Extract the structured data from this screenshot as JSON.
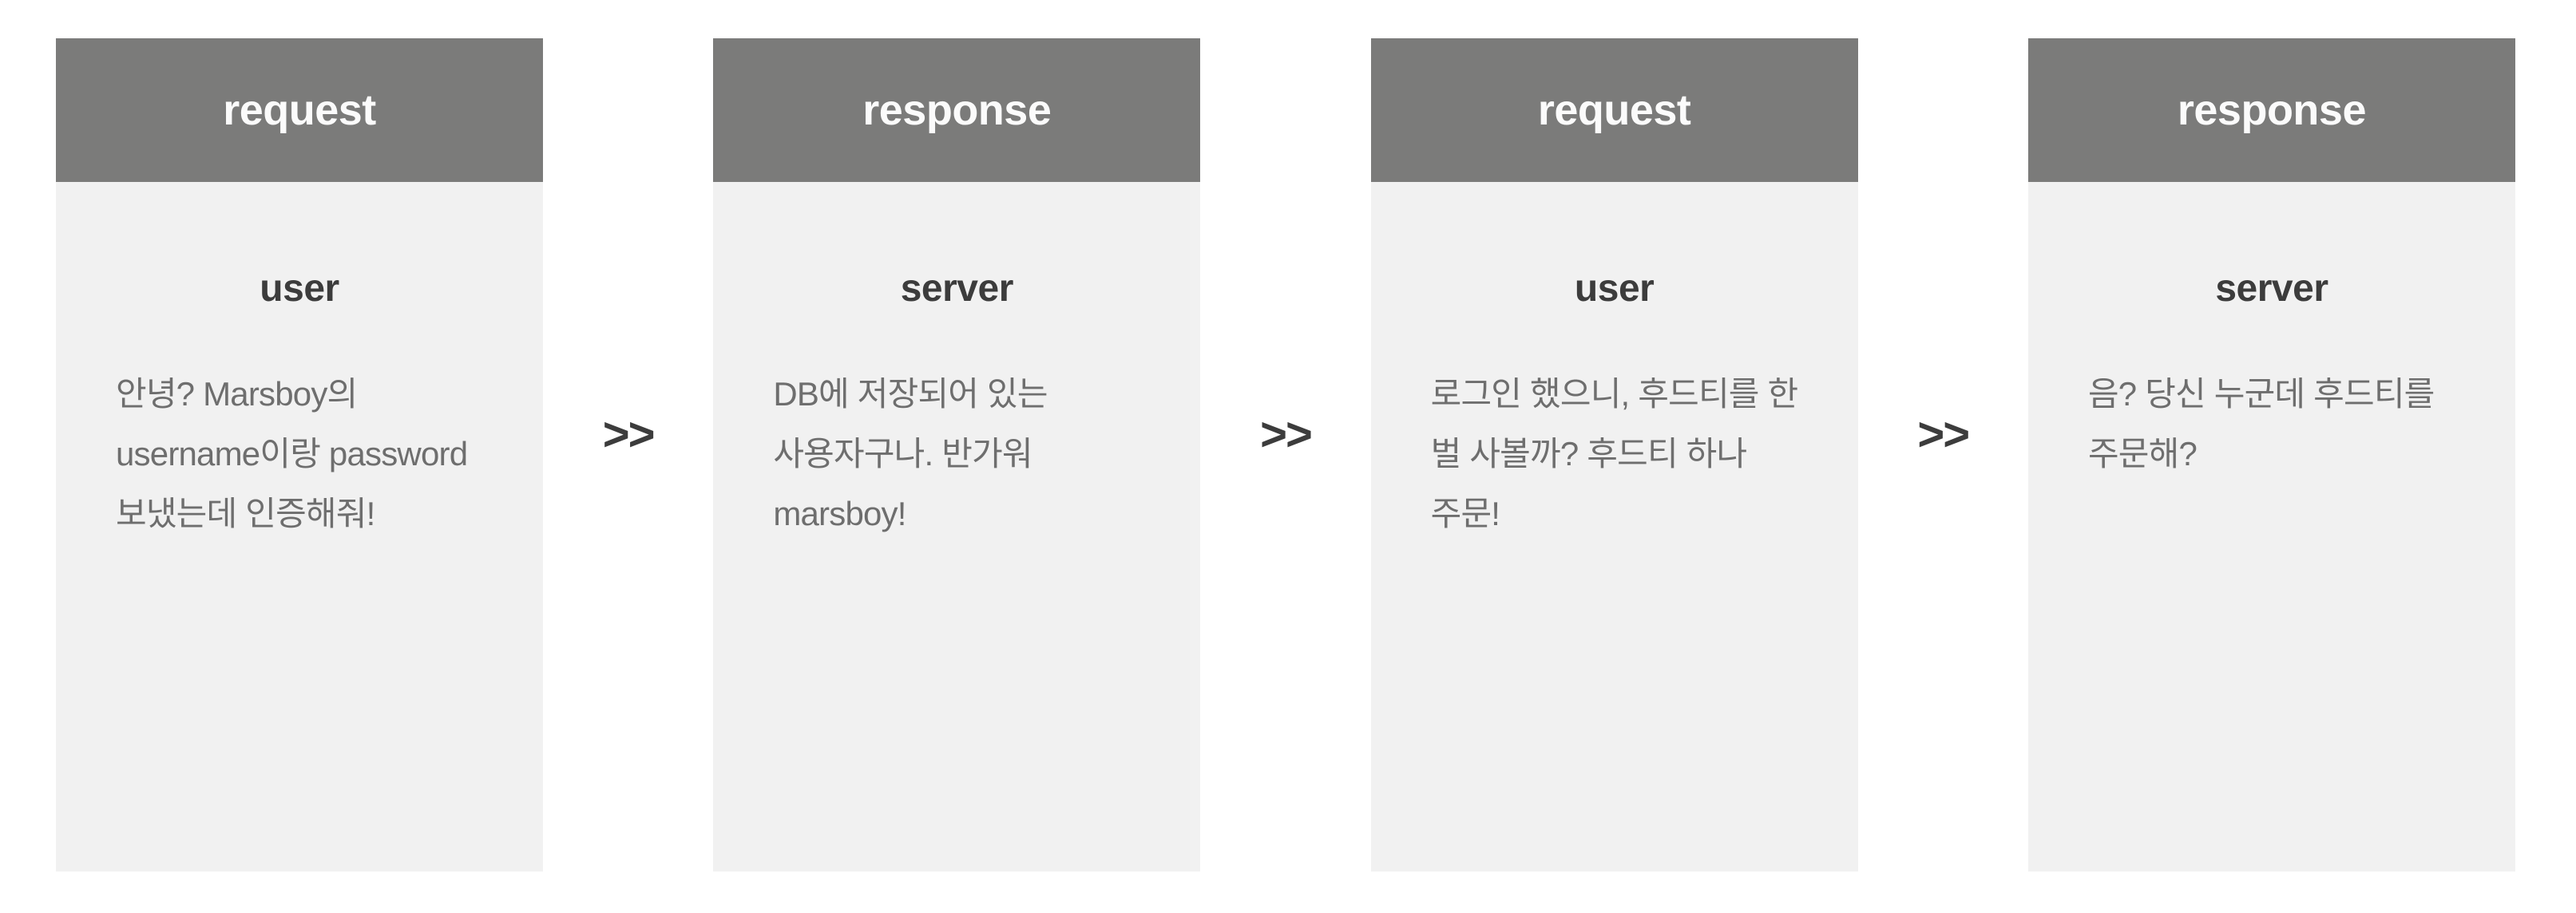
{
  "diagram": {
    "type": "sequence-flow",
    "colors": {
      "header_bg": "#7b7b7a",
      "header_text": "#fbfbfb",
      "card_bg": "#f1f1f1",
      "actor_text": "#3c3c3c",
      "message_text": "#6e6e6e",
      "arrow_text": "#3c3c3c",
      "page_bg": "#ffffff"
    },
    "steps": [
      {
        "header": "request",
        "actor": "user",
        "message": "안녕? Marsboy의 username이랑 password 보냈는데 인증해줘!"
      },
      {
        "header": "response",
        "actor": "server",
        "message": "DB에 저장되어 있는 사용자구나. 반가워 marsboy!"
      },
      {
        "header": "request",
        "actor": "user",
        "message": "로그인 했으니, 후드티를 한 벌 사볼까? 후드티 하나 주문!"
      },
      {
        "header": "response",
        "actor": "server",
        "message": "음? 당신 누군데 후드티를 주문해?"
      }
    ],
    "separators": [
      ">>",
      ">>",
      ">>"
    ]
  }
}
